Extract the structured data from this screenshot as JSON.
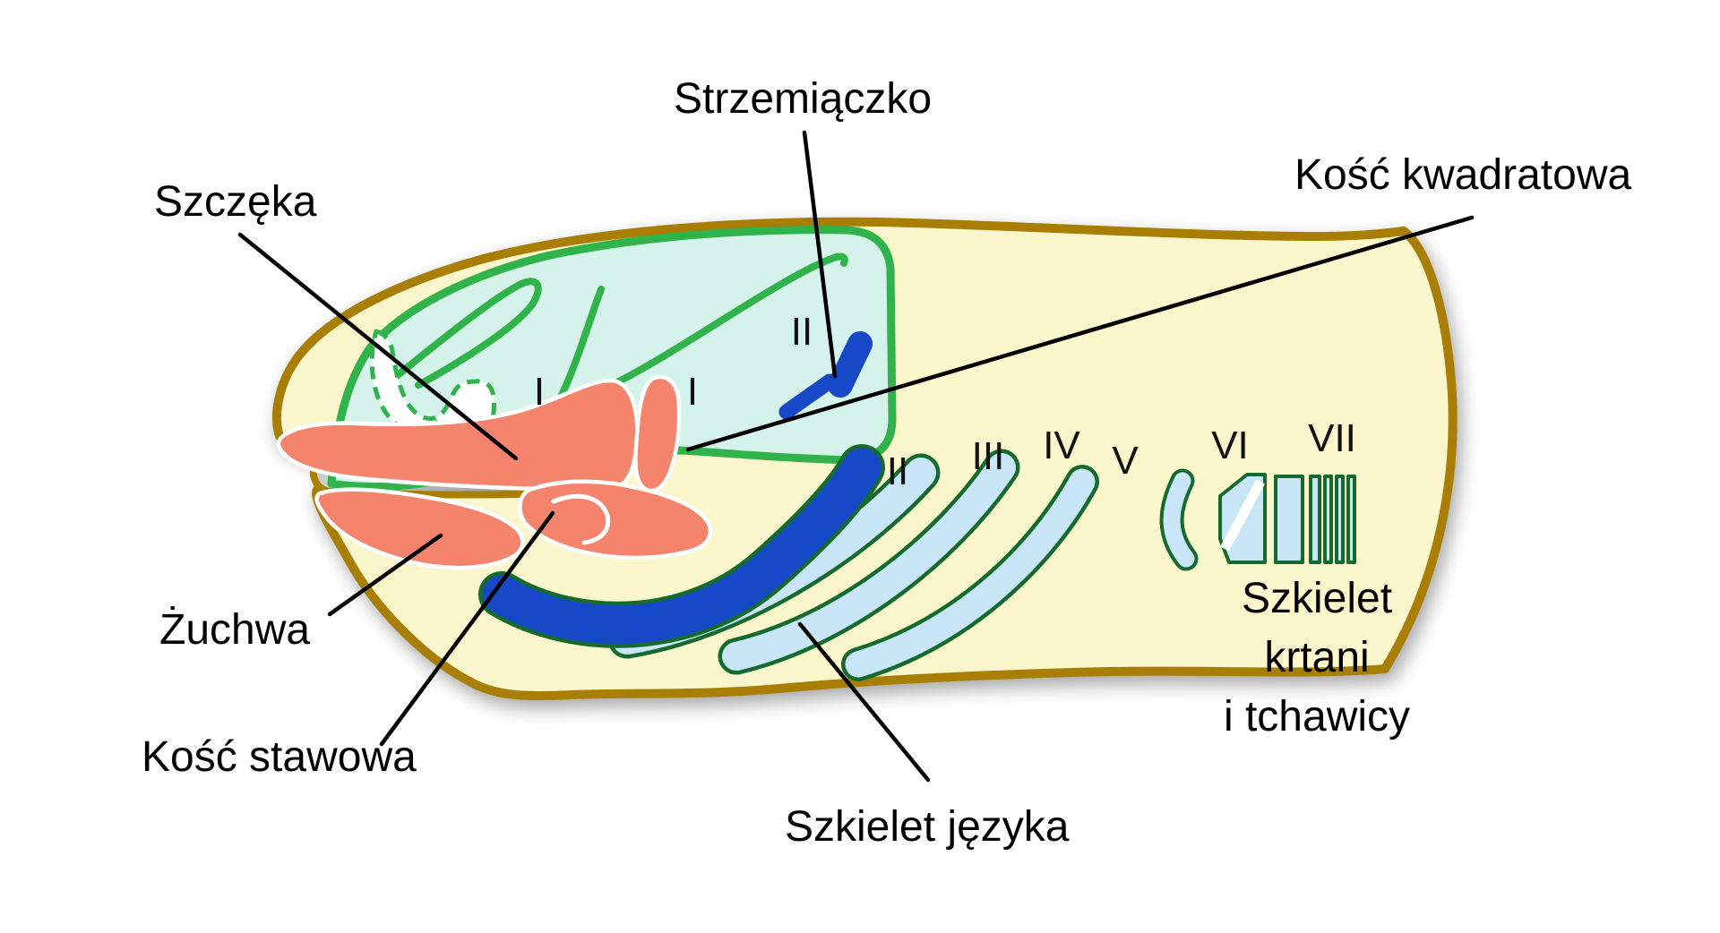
{
  "labels": {
    "strzemiaczko": "Strzemiączko",
    "szczeka": "Szczęka",
    "kosc_kwadratowa": "Kość kwadratowa",
    "zuchwa": "Żuchwa",
    "kosc_stawowa": "Kość stawowa",
    "szkielet_jezyka": "Szkielet języka",
    "szkielet_krtani_line1": "Szkielet krtani",
    "szkielet_krtani_line2": "i tchawicy"
  },
  "numerals": {
    "arch1_left": "I",
    "arch1_right": "I",
    "arch2_stapes": "II",
    "arch2": "II",
    "arch3": "III",
    "arch4": "IV",
    "arch5": "V",
    "arch6": "VI",
    "arch7": "VII"
  },
  "colors": {
    "head_fill": "#FBF6CB",
    "head_outline": "#A87F04",
    "chondrocranium_fill": "#D5F3EA",
    "green_outline": "#2FB34A",
    "dark_green_outline": "#156B2E",
    "salmon_bone": "#F5846D",
    "dark_blue_bone": "#1648C8",
    "light_blue_bone": "#C9E6F9",
    "mouth_shadow": "#9A9A9A",
    "label_text": "#000000"
  }
}
